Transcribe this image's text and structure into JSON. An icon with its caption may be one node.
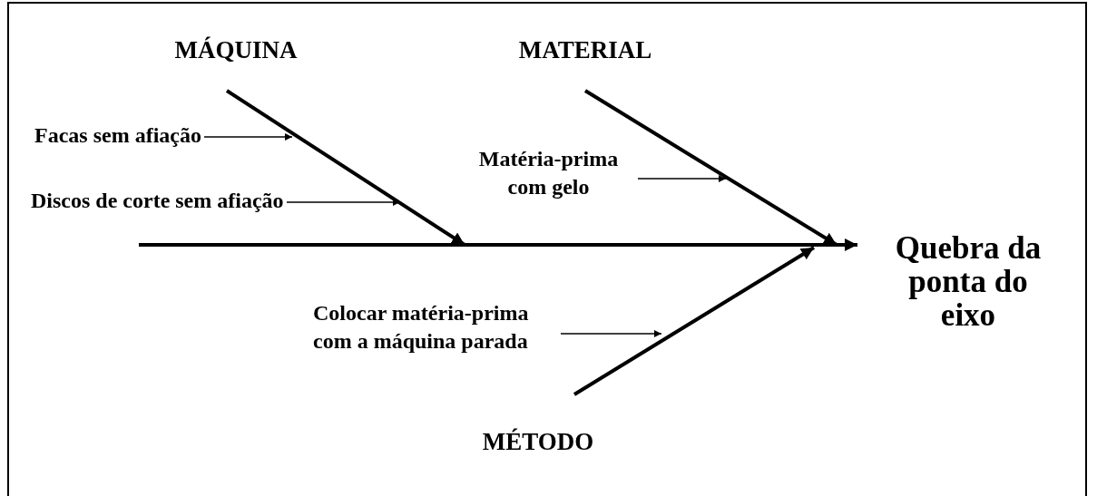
{
  "diagram": {
    "nodes": [
      {
        "text": [
          "MÁQUINA"
        ]
      },
      {
        "text": [
          "MATERIAL"
        ]
      },
      {
        "text": [
          "MÉTODO"
        ]
      },
      {
        "text": [
          "Facas sem afiação"
        ]
      },
      {
        "text": [
          "Discos de corte sem afiação"
        ]
      },
      {
        "text": [
          "Matéria-prima com gelo"
        ]
      },
      {
        "text": [
          "Colocar matéria-prima com a máquina parada"
        ]
      },
      {
        "text": [
          "Quebra da ponta do eixo"
        ]
      }
    ],
    "edges": [
      {
        "from": null,
        "to": 7,
        "arrow": "to",
        "style": "thick"
      },
      {
        "from": 0,
        "to": null,
        "arrow": "to",
        "style": "thick"
      },
      {
        "from": 1,
        "to": null,
        "arrow": "to",
        "style": "thick"
      },
      {
        "from": 2,
        "to": null,
        "arrow": "to",
        "style": "thick"
      },
      {
        "from": 3,
        "to": null,
        "arrow": "to"
      },
      {
        "from": 4,
        "to": null,
        "arrow": "to"
      },
      {
        "from": 5,
        "to": null,
        "arrow": "to"
      },
      {
        "from": 6,
        "to": null,
        "arrow": "to"
      }
    ]
  }
}
